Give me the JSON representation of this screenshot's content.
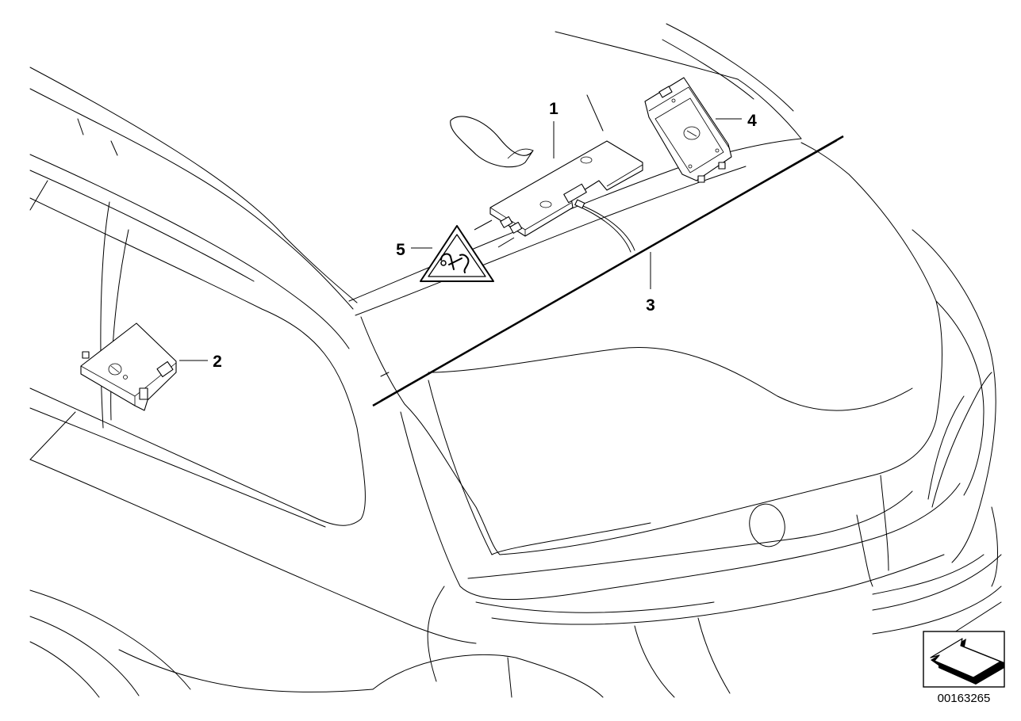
{
  "diagram": {
    "callouts": [
      {
        "id": "1",
        "label": "1"
      },
      {
        "id": "2",
        "label": "2"
      },
      {
        "id": "3",
        "label": "3"
      },
      {
        "id": "4",
        "label": "4"
      },
      {
        "id": "5",
        "label": "5"
      }
    ],
    "reference_number": "00163265",
    "icons": [
      "view-direction-arrow-icon",
      "antenna-warning-triangle-icon"
    ]
  }
}
